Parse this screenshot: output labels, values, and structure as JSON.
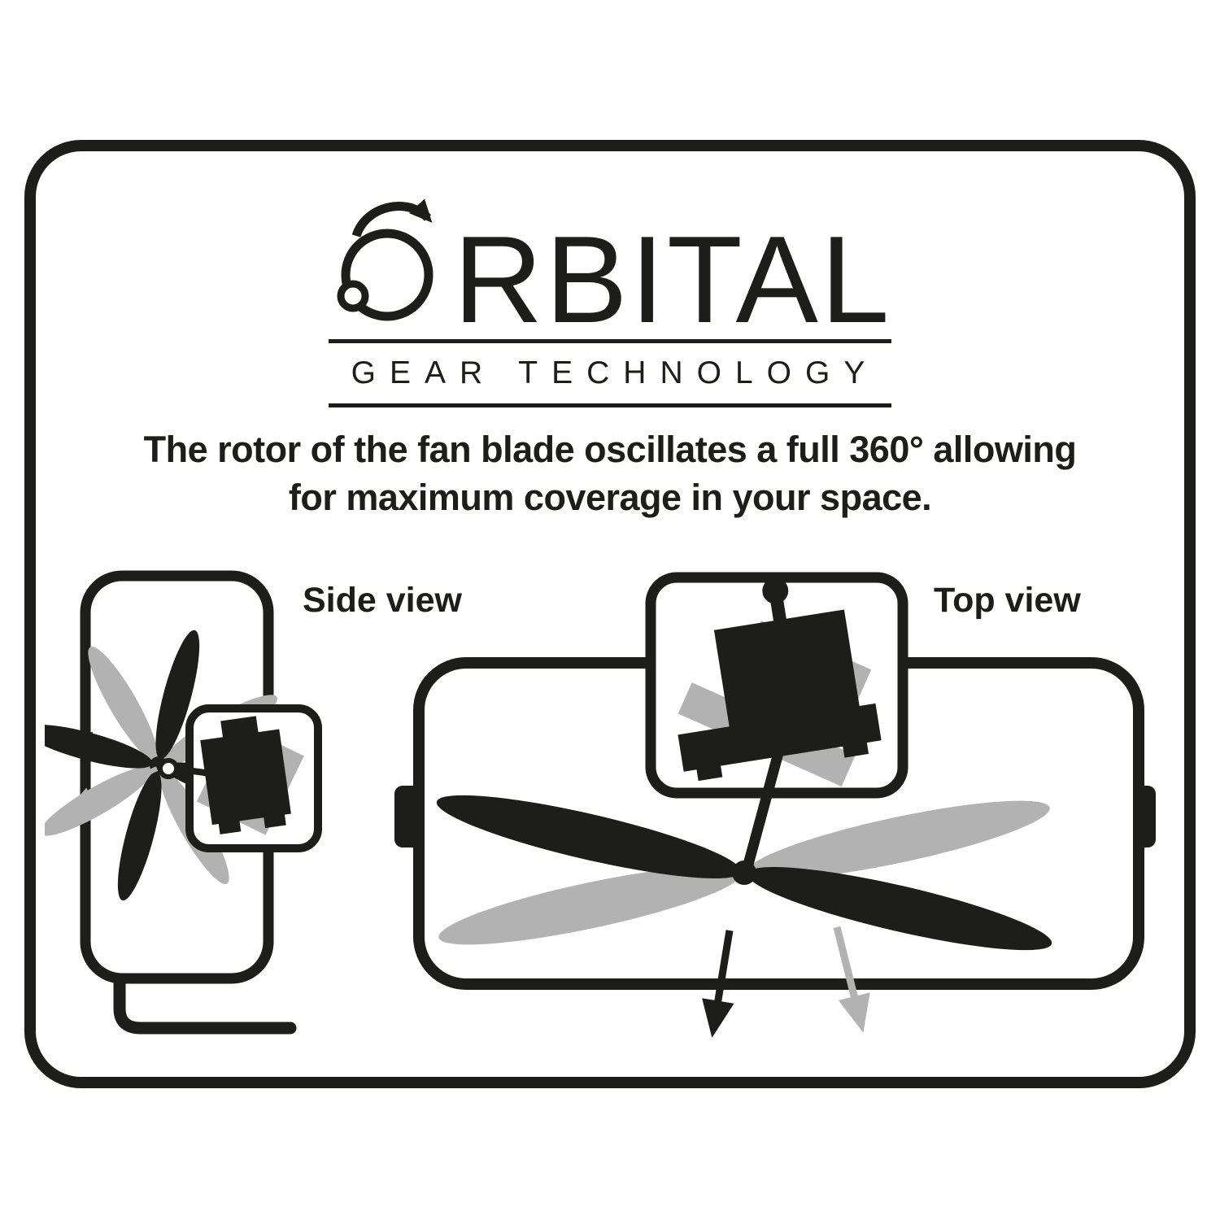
{
  "logo": {
    "wordmark": "ORBITAL",
    "wordmark_rest": "RBITAL",
    "subtitle": "GEAR TECHNOLOGY"
  },
  "description": {
    "line1": "The rotor of the fan blade oscillates a full 360° allowing",
    "line2": "for maximum coverage in your space."
  },
  "diagrams": {
    "side_view": {
      "label": "Side view"
    },
    "top_view": {
      "label": "Top view"
    }
  },
  "colors": {
    "ink": "#1d1d1b",
    "ghost": "#b2b2b2",
    "background": "#ffffff"
  }
}
